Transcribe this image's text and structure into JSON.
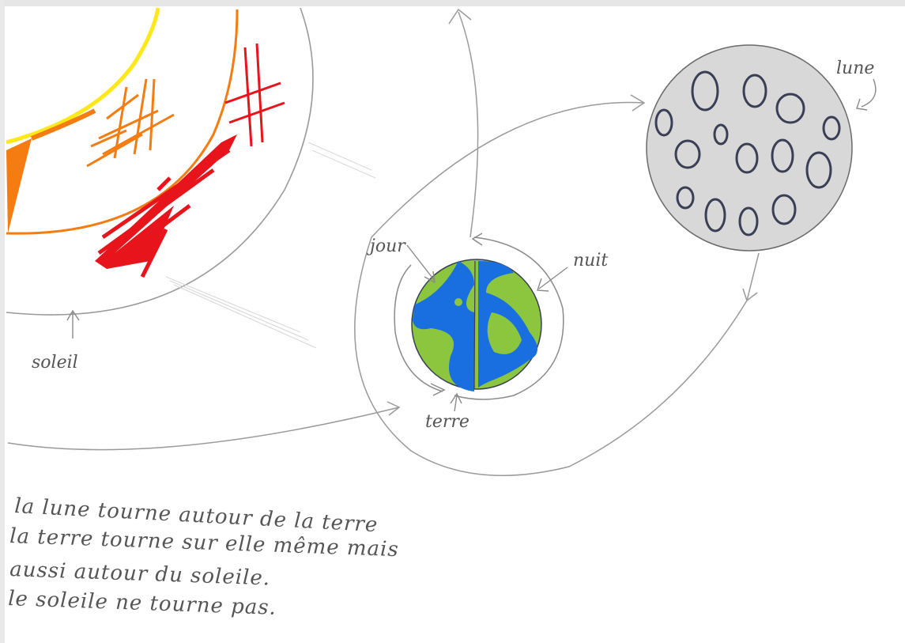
{
  "labels": {
    "sun": "soleil",
    "moon": "lune",
    "earth": "terre",
    "day": "jour",
    "night": "nuit"
  },
  "note": {
    "line1": "la lune tourne autour de la terre",
    "line2": "la terre tourne sur elle même mais",
    "line3": "aussi autour du soleile.",
    "line4": "le soleile ne tourne pas."
  },
  "colors": {
    "pencil": "#8a8a8a",
    "sun_yellow": "#ffe81a",
    "sun_orange": "#f47c10",
    "sun_red": "#e8141b",
    "earth_blue": "#1a6fe0",
    "earth_green": "#8cc63f",
    "moon_gray": "#cfcfcf",
    "crater": "#3a3f55"
  }
}
